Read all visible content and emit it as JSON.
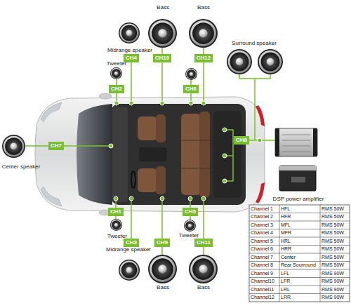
{
  "diagram": {
    "nodes": [
      {
        "text": [
          "CH4"
        ]
      },
      {
        "text": [
          "CH10"
        ]
      },
      {
        "text": [
          "CH12"
        ]
      },
      {
        "text": [
          "CH2"
        ]
      },
      {
        "text": [
          "CH6"
        ]
      },
      {
        "text": [
          "CH7"
        ]
      },
      {
        "text": [
          "CH8"
        ]
      },
      {
        "text": [
          "CH1"
        ]
      },
      {
        "text": [
          "CH5"
        ]
      },
      {
        "text": [
          "CH3"
        ]
      },
      {
        "text": [
          "CH9"
        ]
      },
      {
        "text": [
          "CH11"
        ]
      }
    ],
    "labels": [
      "Bass",
      "Bass",
      "Surround speaker",
      "Midrange speaker",
      "Tweeter",
      "Center speaker",
      "DSP power amplifier",
      "Tweeter",
      "Tweeter",
      "Midrange speaker",
      "Bass",
      "Bass",
      "Channel 1",
      "HFL",
      "RMS 50W",
      "Channel 2",
      "HFR",
      "RMS 50W",
      "Channel 3",
      "MFL",
      "RMS 50W",
      "Channel 4",
      "MFR",
      "RMS 50W",
      "Channel 5",
      "HRL",
      "RMS 50W",
      "Channel 6",
      "HRR",
      "RMS 50W",
      "Channel 7",
      "Center",
      "RMS 50W",
      "Channel 8",
      "Rear Sourround",
      "RMS 50W",
      "Channel 9",
      "LFL",
      "RMS 90W",
      "Channel10",
      "LFR",
      "RMS 90W",
      "Channel11",
      "LRL",
      "RMS 90W",
      "Channel12",
      "LRR",
      "RMS 90W"
    ]
  }
}
